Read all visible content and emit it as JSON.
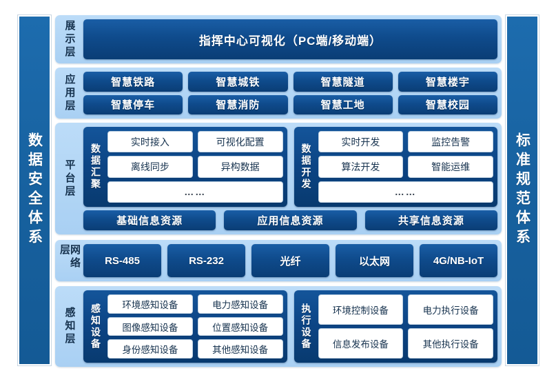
{
  "pillars": {
    "left": "数据安全体系",
    "right": "标准规范体系"
  },
  "layers": {
    "display": {
      "label": "展示层",
      "items": [
        "指挥中心可视化（PC端/移动端）"
      ]
    },
    "application": {
      "label": "应用层",
      "row1": [
        "智慧铁路",
        "智慧城铁",
        "智慧隧道",
        "智慧楼宇"
      ],
      "row2": [
        "智慧停车",
        "智慧消防",
        "智慧工地",
        "智慧校园"
      ]
    },
    "platform": {
      "label": "平台层",
      "groups": [
        {
          "label": "数据汇聚",
          "row1": [
            "实时接入",
            "可视化配置"
          ],
          "row2": [
            "离线同步",
            "异构数据"
          ],
          "row3": [
            "……"
          ]
        },
        {
          "label": "数据开发",
          "row1": [
            "实时开发",
            "监控告警"
          ],
          "row2": [
            "算法开发",
            "智能运维"
          ],
          "row3": [
            "……"
          ]
        }
      ],
      "resources": [
        "基础信息资源",
        "应用信息资源",
        "共享信息资源"
      ]
    },
    "network": {
      "label": "网络层",
      "items": [
        "RS-485",
        "RS-232",
        "光纤",
        "以太网",
        "4G/NB-IoT"
      ]
    },
    "sensing": {
      "label": "感知层",
      "groups": [
        {
          "label": "感知设备",
          "row1": [
            "环境感知设备",
            "电力感知设备"
          ],
          "row2": [
            "图像感知设备",
            "位置感知设备"
          ],
          "row3": [
            "身份感知设备",
            "其他感知设备"
          ]
        },
        {
          "label": "执行设备",
          "row1": [
            "环境控制设备",
            "电力执行设备"
          ],
          "row2": [
            "信息发布设备",
            "其他执行设备"
          ]
        }
      ]
    }
  },
  "colors": {
    "pillar_blue": "#17619f",
    "panel_light_blue": "#b2d5f5",
    "chip_dark_blue": "#0f4b8c",
    "group_blue": "#0c4484",
    "box_white": "#ffffff",
    "text_dark": "#16324e"
  }
}
